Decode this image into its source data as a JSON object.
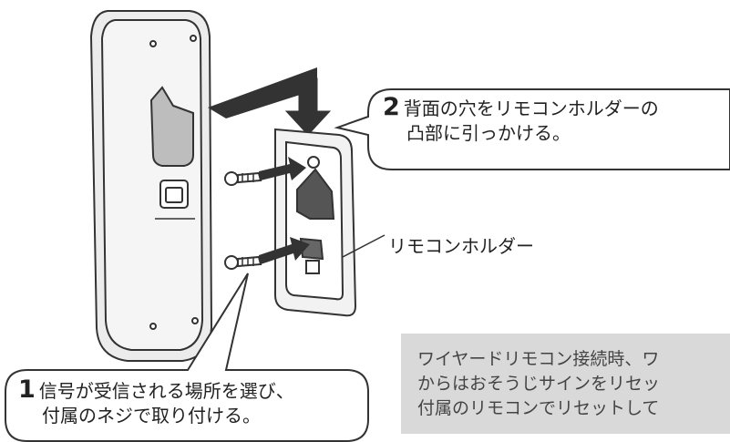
{
  "step2": {
    "number": "2",
    "line1": "背面の穴をリモコンホルダーの",
    "line2": "凸部に引っかける。"
  },
  "holder_label": "リモコンホルダー",
  "step1": {
    "number": "1",
    "line1": "信号が受信される場所を選び、",
    "line2": "付属のネジで取り付ける。"
  },
  "note": {
    "lines": [
      "ワイヤードリモコン接続時、ワ",
      "からはおそうじサインをリセッ",
      "付属のリモコンでリセットして"
    ]
  },
  "colors": {
    "remote_body": "#ececec",
    "holder": "#f2f2f2",
    "note_bg": "#d9d9d9",
    "arrow": "#333333",
    "outline": "#333333"
  }
}
